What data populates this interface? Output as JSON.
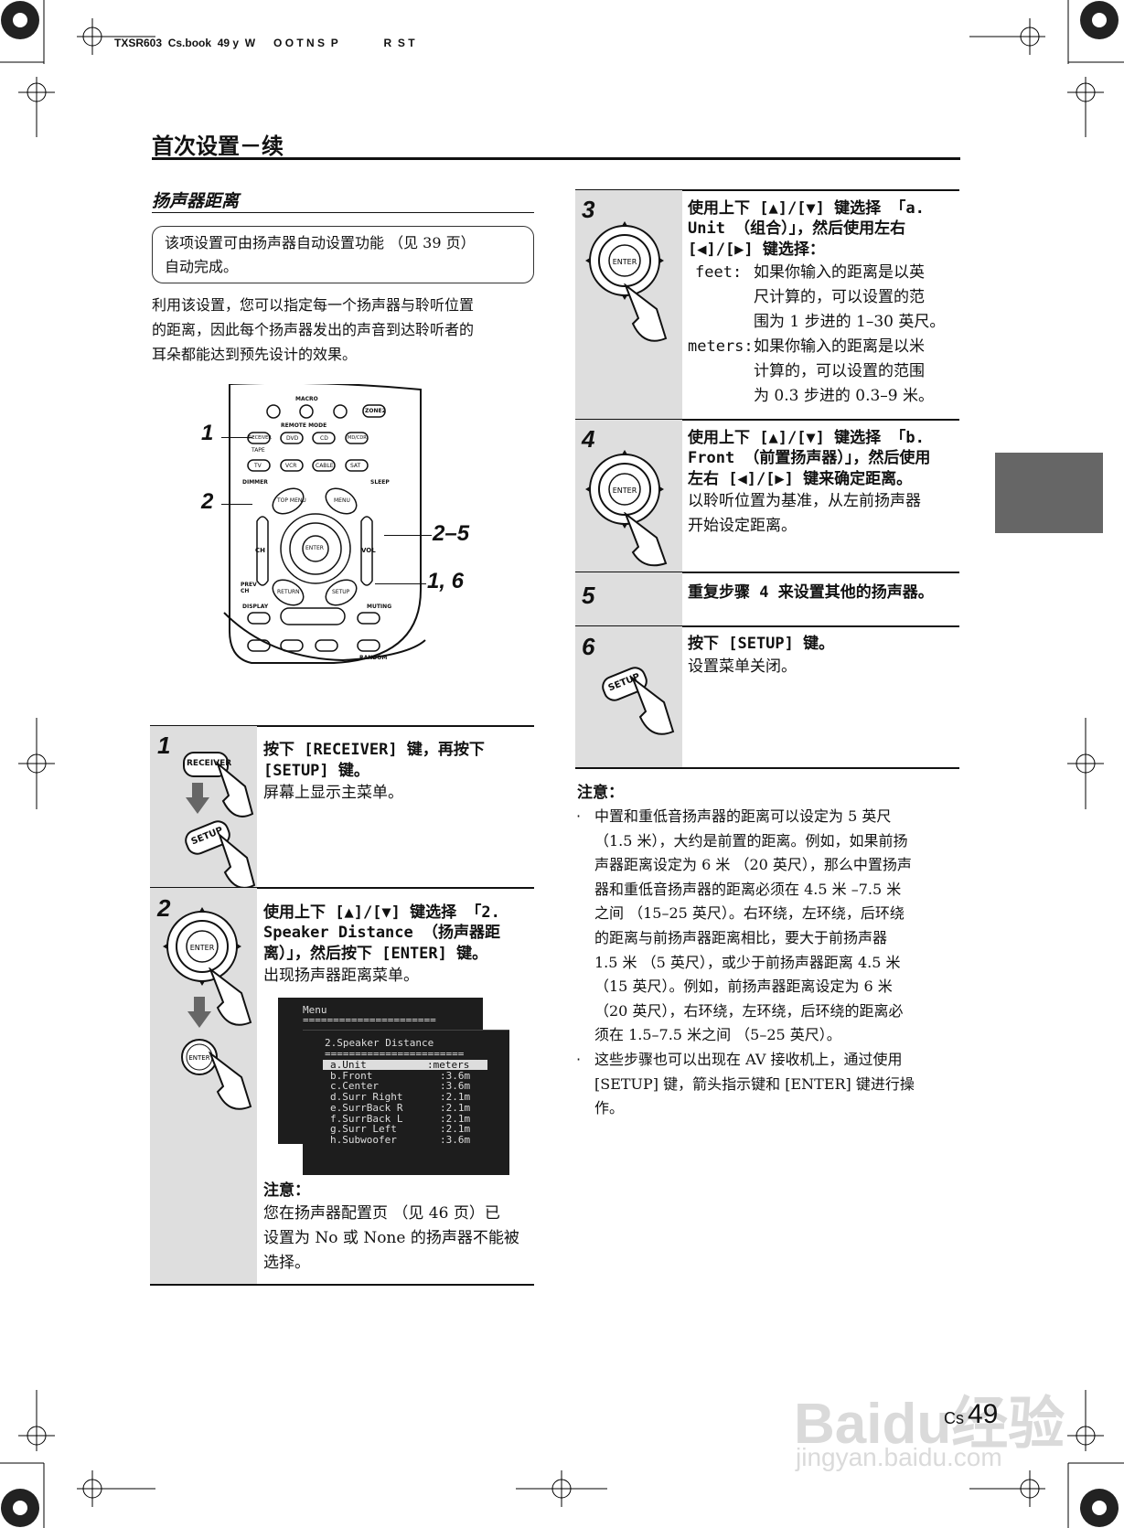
{
  "header": {
    "file_info": "TXSR603  Cs.book  49 y  W      O O T N S  P               R  S T"
  },
  "page": {
    "title": "首次设置－续",
    "section_title": "扬声器距离",
    "note_box": [
      "该项设置可由扬声器自动设置功能 （见 39 页）",
      "自动完成。"
    ],
    "intro": [
      "利用该设置，您可以指定每一个扬声器与聆听位置",
      "的距离，因此每个扬声器发出的声音到达聆听者的",
      "耳朵都能达到预先设计的效果。"
    ],
    "page_number": "49",
    "lang_code": "Cs"
  },
  "remote": {
    "callouts": [
      "1",
      "2",
      "2–5",
      "1, 6"
    ],
    "labels": {
      "macro": "MACRO",
      "remote_mode": "REMOTE MODE",
      "zone2": "ZONE2",
      "receiver": "RECEIVER",
      "dvd": "DVD",
      "cd": "CD",
      "md_cdr": "MD/CDR",
      "tape": "TAPE",
      "tv": "TV",
      "vcr": "VCR",
      "cable": "CABLE",
      "sat": "SAT",
      "dimmer": "DIMMER",
      "sleep": "SLEEP",
      "top_menu": "TOP MENU",
      "menu": "MENU",
      "ch": "CH",
      "vol": "VOL",
      "enter": "ENTER",
      "return": "RETURN",
      "setup": "SETUP",
      "display": "DISPLAY",
      "muting": "MUTING",
      "random": "RANDOM",
      "prev_ch": "PREV CH"
    }
  },
  "steps": [
    {
      "num": "1",
      "lines": [
        "按下 [RECEIVER] 键，再按下",
        "[SETUP] 键。"
      ],
      "sub": [
        "屏幕上显示主菜单。"
      ]
    },
    {
      "num": "2",
      "lines": [
        "使用上下 [▲]/[▼] 键选择 「2.",
        "Speaker Distance （扬声器距",
        "离）」，然后按下 [ENTER] 键。"
      ],
      "sub": [
        "出现扬声器距离菜单。"
      ],
      "note_title": "注意：",
      "note": [
        "您在扬声器配置页 （见 46 页）已",
        "设置为 No 或 None 的扬声器不能被",
        "选择。"
      ]
    },
    {
      "num": "3",
      "lines": [
        "使用上下 [▲]/[▼] 键选择 「a.",
        "Unit （组合）」，然后使用左右",
        "[◀]/[▶] 键选择："
      ],
      "options": [
        {
          "key": "feet:",
          "desc": [
            "如果你输入的距离是以英",
            "尺计算的，可以设置的范",
            "围为 1 步进的 1–30 英尺。"
          ]
        },
        {
          "key": "meters:",
          "desc": [
            "如果你输入的距离是以米",
            "计算的，可以设置的范围",
            "为 0.3 步进的 0.3–9 米。"
          ]
        }
      ]
    },
    {
      "num": "4",
      "lines": [
        "使用上下 [▲]/[▼] 键选择 「b.",
        "Front （前置扬声器）」，然后使用",
        "左右 [◀]/[▶] 键来确定距离。"
      ],
      "sub": [
        "以聆听位置为基准，从左前扬声器",
        "开始设定距离。"
      ]
    },
    {
      "num": "5",
      "lines": [
        "重复步骤 4 来设置其他的扬声器。"
      ]
    },
    {
      "num": "6",
      "lines": [
        "按下 [SETUP] 键。"
      ],
      "sub": [
        "设置菜单关闭。"
      ]
    }
  ],
  "osd": {
    "back_title": "Menu",
    "back_rule": "======================",
    "title": "2.Speaker Distance",
    "rule": "=======================",
    "rows": [
      {
        "label": "a.Unit",
        "value": ":meters"
      },
      {
        "label": "b.Front",
        "value": ":3.6m"
      },
      {
        "label": "c.Center",
        "value": ":3.6m"
      },
      {
        "label": "d.Surr Right",
        "value": ":2.1m"
      },
      {
        "label": "e.SurrBack R",
        "value": ":2.1m"
      },
      {
        "label": "f.SurrBack L",
        "value": ":2.1m"
      },
      {
        "label": "g.Surr Left",
        "value": ":2.1m"
      },
      {
        "label": "h.Subwoofer",
        "value": ":3.6m"
      }
    ]
  },
  "buttons": {
    "receiver": "RECEIVER",
    "setup": "SETUP",
    "enter": "ENTER"
  },
  "notes": {
    "title": "注意：",
    "items": [
      [
        "中置和重低音扬声器的距离可以设定为 5 英尺",
        "（1.5 米），大约是前置的距离。例如，如果前扬",
        "声器距离设定为 6 米 （20 英尺），那么中置扬声",
        "器和重低音扬声器的距离必须在 4.5 米 –7.5 米",
        "之间 （15–25 英尺）。右环绕，左环绕，后环绕",
        "的距离与前扬声器距离相比，要大于前扬声器",
        "1.5 米 （5 英尺），或少于前扬声器距离 4.5 米",
        "（15 英尺）。例如，前扬声器距离设定为 6 米",
        "（20 英尺），右环绕，左环绕，后环绕的距离必",
        "须在 1.5–7.5 米之间 （5–25 英尺）。"
      ],
      [
        "这些步骤也可以出现在 AV 接收机上，通过使用",
        "[SETUP] 键，箭头指示键和 [ENTER] 键进行操",
        "作。"
      ]
    ]
  },
  "watermark": {
    "brand": "Baidu经验",
    "url": "jingyan.baidu.com"
  }
}
